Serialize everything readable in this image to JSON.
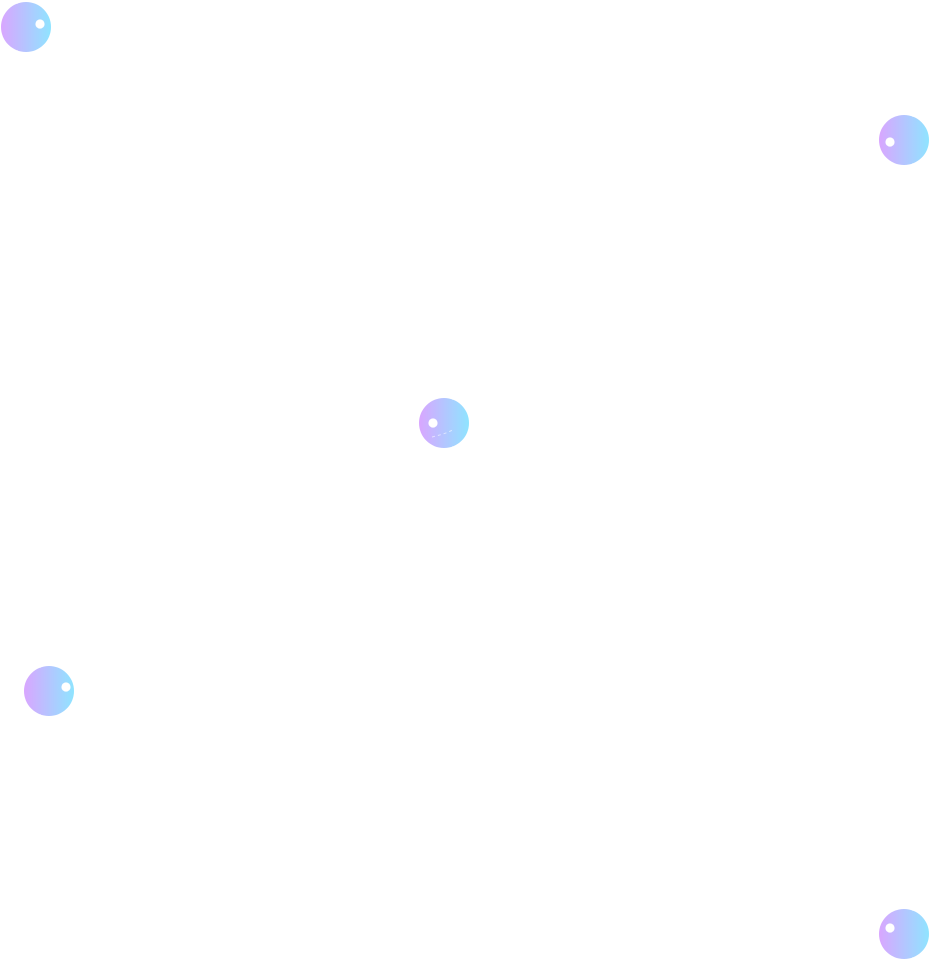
{
  "theme": {
    "background": "#ffffff",
    "orb_gradient_start": "#d9a6ff",
    "orb_gradient_end": "#8fe4ff",
    "orb_highlight": "#ffffff"
  },
  "orbs": [
    {
      "icon": "crescent-orb-icon",
      "highlight_side": "right"
    },
    {
      "icon": "crescent-orb-icon",
      "highlight_side": "left"
    },
    {
      "icon": "crescent-orb-icon",
      "highlight_side": "left"
    },
    {
      "icon": "crescent-orb-icon",
      "highlight_side": "right"
    },
    {
      "icon": "crescent-orb-icon",
      "highlight_side": "left"
    }
  ]
}
